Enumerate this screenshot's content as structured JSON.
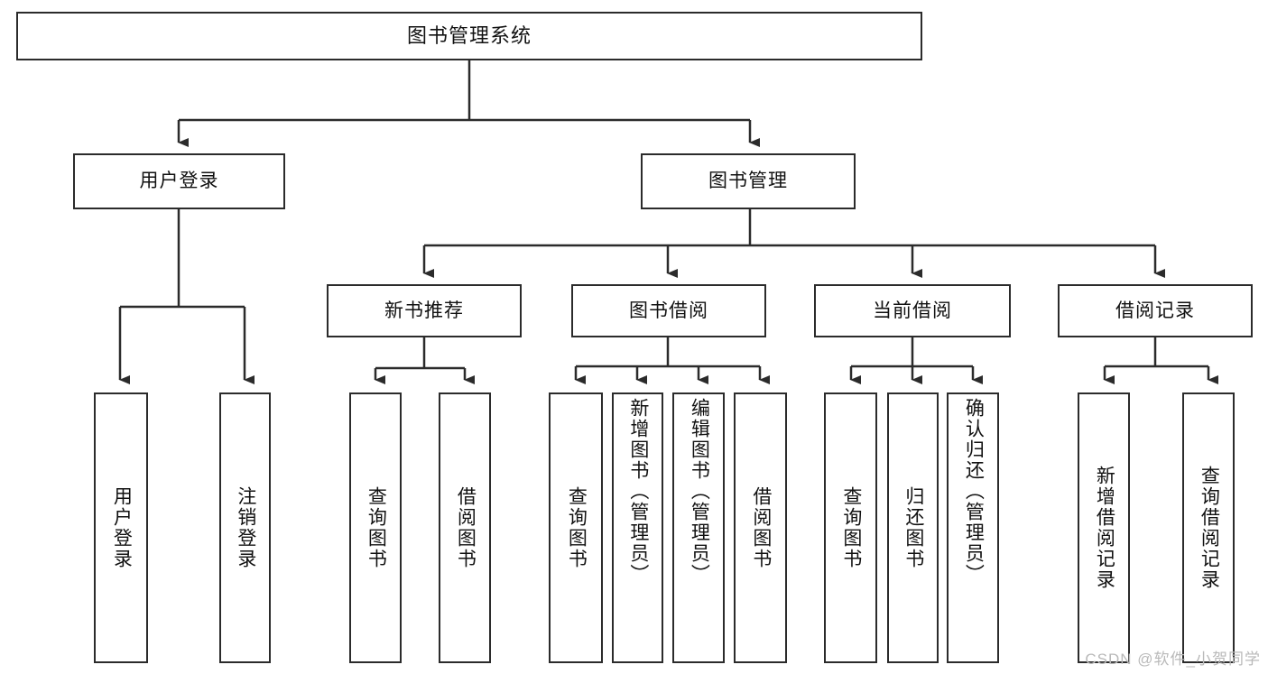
{
  "diagram": {
    "type": "tree-hierarchy-chart",
    "title": "图书管理系统",
    "stroke_color": "#2b2b2b",
    "fill_color": "#ffffff",
    "text_color": "#111111",
    "levels": [
      {
        "level": 1,
        "nodes": [
          {
            "id": "root",
            "label": "图书管理系统",
            "orientation": "horizontal"
          }
        ]
      },
      {
        "level": 2,
        "nodes": [
          {
            "id": "login",
            "label": "用户登录",
            "orientation": "horizontal",
            "parent": "root"
          },
          {
            "id": "bookmgmt",
            "label": "图书管理",
            "orientation": "horizontal",
            "parent": "root"
          }
        ]
      },
      {
        "level": 3,
        "nodes": [
          {
            "id": "newrec",
            "label": "新书推荐",
            "orientation": "horizontal",
            "parent": "bookmgmt"
          },
          {
            "id": "borrow",
            "label": "图书借阅",
            "orientation": "horizontal",
            "parent": "bookmgmt"
          },
          {
            "id": "current",
            "label": "当前借阅",
            "orientation": "horizontal",
            "parent": "bookmgmt"
          },
          {
            "id": "records",
            "label": "借阅记录",
            "orientation": "horizontal",
            "parent": "bookmgmt"
          }
        ]
      },
      {
        "level": 4,
        "nodes": [
          {
            "id": "leaf-1",
            "label": "用户登录",
            "orientation": "vertical",
            "parent": "login"
          },
          {
            "id": "leaf-2",
            "label": "注销登录",
            "orientation": "vertical",
            "parent": "login"
          },
          {
            "id": "leaf-3",
            "label": "查询图书",
            "orientation": "vertical",
            "parent": "newrec"
          },
          {
            "id": "leaf-4",
            "label": "借阅图书",
            "orientation": "vertical",
            "parent": "newrec"
          },
          {
            "id": "leaf-5",
            "label": "查询图书",
            "orientation": "vertical",
            "parent": "borrow"
          },
          {
            "id": "leaf-6",
            "label": "新增图书（管理员）",
            "orientation": "vertical",
            "parent": "borrow"
          },
          {
            "id": "leaf-7",
            "label": "编辑图书（管理员）",
            "orientation": "vertical",
            "parent": "borrow"
          },
          {
            "id": "leaf-8",
            "label": "借阅图书",
            "orientation": "vertical",
            "parent": "borrow"
          },
          {
            "id": "leaf-9",
            "label": "查询图书",
            "orientation": "vertical",
            "parent": "current"
          },
          {
            "id": "leaf-10",
            "label": "归还图书",
            "orientation": "vertical",
            "parent": "current"
          },
          {
            "id": "leaf-11",
            "label": "确认归还（管理员）",
            "orientation": "vertical",
            "parent": "current"
          },
          {
            "id": "leaf-12",
            "label": "新增借阅记录",
            "orientation": "vertical",
            "parent": "records"
          },
          {
            "id": "leaf-13",
            "label": "查询借阅记录",
            "orientation": "vertical",
            "parent": "records"
          }
        ]
      }
    ]
  },
  "watermark": {
    "text": "CSDN @软件_小贺同学"
  }
}
